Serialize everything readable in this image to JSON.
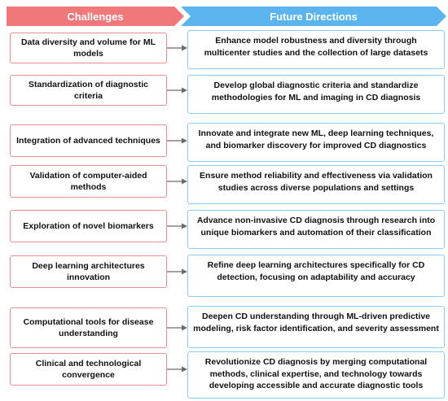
{
  "headers": {
    "challenges": "Challenges",
    "future": "Future Directions"
  },
  "rows": [
    {
      "challenge": "Data diversity and volume for ML models",
      "future": "Enhance model robustness and diversity through multicenter studies and the collection of large datasets"
    },
    {
      "challenge": "Standardization of diagnostic criteria",
      "future": "Develop global diagnostic criteria and standardize methodologies for ML and imaging in CD diagnosis"
    },
    {
      "challenge": "Integration of advanced techniques",
      "future": "Innovate and integrate new ML, deep learning techniques, and biomarker discovery for improved CD diagnostics"
    },
    {
      "challenge": "Validation of computer-aided methods",
      "future": "Ensure method reliability and effectiveness via validation studies across diverse populations and settings"
    },
    {
      "challenge": "Exploration of novel biomarkers",
      "future": "Advance non-invasive CD diagnosis through research into unique biomarkers and automation of their classification"
    },
    {
      "challenge": "Deep learning architectures innovation",
      "future": "Refine deep learning architectures specifically for CD detection, focusing on adaptability and accuracy"
    },
    {
      "challenge": "Computational tools for disease understanding",
      "future": "Deepen CD understanding through ML-driven predictive modeling, risk factor identification, and severity assessment"
    },
    {
      "challenge": "Clinical and technological convergence",
      "future": "Revolutionize CD diagnosis by merging computational methods, clinical expertise, and technology towards developing accessible and accurate diagnostic tools"
    }
  ],
  "colors": {
    "challenge_accent": "#f0787a",
    "future_accent": "#5ab4ee",
    "arrow": "#6b6b6b"
  }
}
